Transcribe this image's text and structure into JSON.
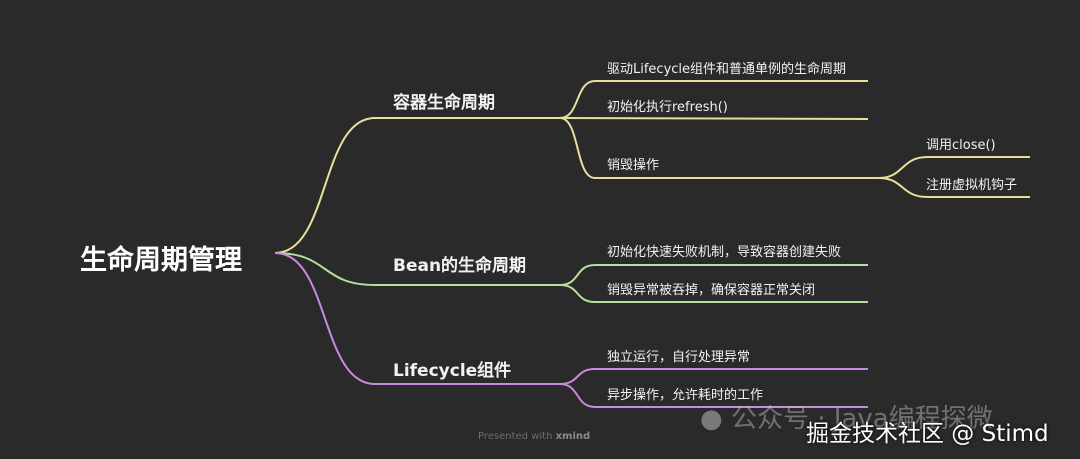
{
  "root": "生命周期管理",
  "colors": {
    "background": "#2a2a2b",
    "branch1": "#e9df9c",
    "branch2": "#b4e09a",
    "branch3": "#c98ae0"
  },
  "branches": [
    {
      "label": "容器生命周期",
      "children": [
        {
          "label": "驱动Lifecycle组件和普通单例的生命周期"
        },
        {
          "label": "初始化执行refresh()"
        },
        {
          "label": "销毁操作",
          "children": [
            {
              "label": "调用close()"
            },
            {
              "label": "注册虚拟机钩子"
            }
          ]
        }
      ]
    },
    {
      "label": "Bean的生命周期",
      "children": [
        {
          "label": "初始化快速失败机制，导致容器创建失败"
        },
        {
          "label": "销毁异常被吞掉，确保容器正常关闭"
        }
      ]
    },
    {
      "label": "Lifecycle组件",
      "children": [
        {
          "label": "独立运行，自行处理异常"
        },
        {
          "label": "异步操作，允许耗时的工作"
        }
      ]
    }
  ],
  "footer": {
    "prefix": "Presented with",
    "brand": "xmind"
  },
  "watermarks": {
    "wechat": "公众号 · Java编程探微",
    "juejin": "掘金技术社区 @ Stimd"
  }
}
